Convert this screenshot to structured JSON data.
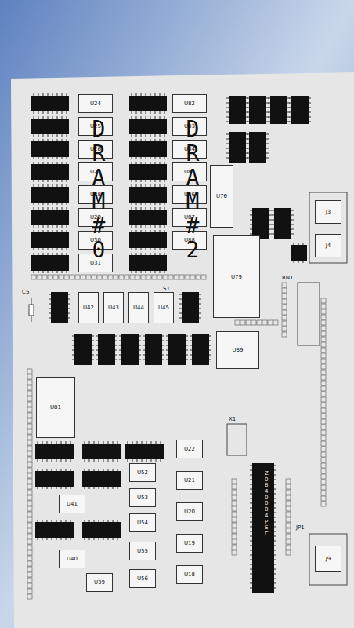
{
  "diagram": {
    "nodes": [
      {
        "text": [
          "U24"
        ]
      },
      {
        "text": [
          "U25"
        ]
      },
      {
        "text": [
          "U26"
        ]
      },
      {
        "text": [
          "U27"
        ]
      },
      {
        "text": [
          "U28"
        ]
      },
      {
        "text": [
          "U29"
        ]
      },
      {
        "text": [
          "U30"
        ]
      },
      {
        "text": [
          "U31"
        ]
      },
      {
        "text": [
          "U82"
        ]
      },
      {
        "text": [
          "U83"
        ]
      },
      {
        "text": [
          "U84"
        ]
      },
      {
        "text": [
          "U85"
        ]
      },
      {
        "text": [
          "U86"
        ]
      },
      {
        "text": [
          "U87"
        ]
      },
      {
        "text": [
          "U88"
        ]
      },
      {
        "text": [
          "U76"
        ]
      },
      {
        "text": [
          "U79"
        ]
      },
      {
        "text": [
          "J3"
        ]
      },
      {
        "text": [
          "J4"
        ]
      },
      {
        "text": [
          "U42"
        ]
      },
      {
        "text": [
          "U43"
        ]
      },
      {
        "text": [
          "U44"
        ]
      },
      {
        "text": [
          "U45"
        ]
      },
      {
        "text": [
          "U89"
        ]
      },
      {
        "text": [
          "U81"
        ]
      },
      {
        "text": [
          "U52"
        ]
      },
      {
        "text": [
          "U53"
        ]
      },
      {
        "text": [
          "U54"
        ]
      },
      {
        "text": [
          "U55"
        ]
      },
      {
        "text": [
          "U56"
        ]
      },
      {
        "text": [
          "U22"
        ]
      },
      {
        "text": [
          "U21"
        ]
      },
      {
        "text": [
          "U20"
        ]
      },
      {
        "text": [
          "U19"
        ]
      },
      {
        "text": [
          "U18"
        ]
      },
      {
        "text": [
          "U41"
        ]
      },
      {
        "text": [
          "U40"
        ]
      },
      {
        "text": [
          "U39"
        ]
      },
      {
        "text": [
          "J9"
        ]
      }
    ],
    "labels": [
      "DRAM #0",
      "DRAM #2",
      "Z0840004PSC",
      "X1",
      "RN1",
      "C5",
      "JP1",
      "S1"
    ]
  }
}
